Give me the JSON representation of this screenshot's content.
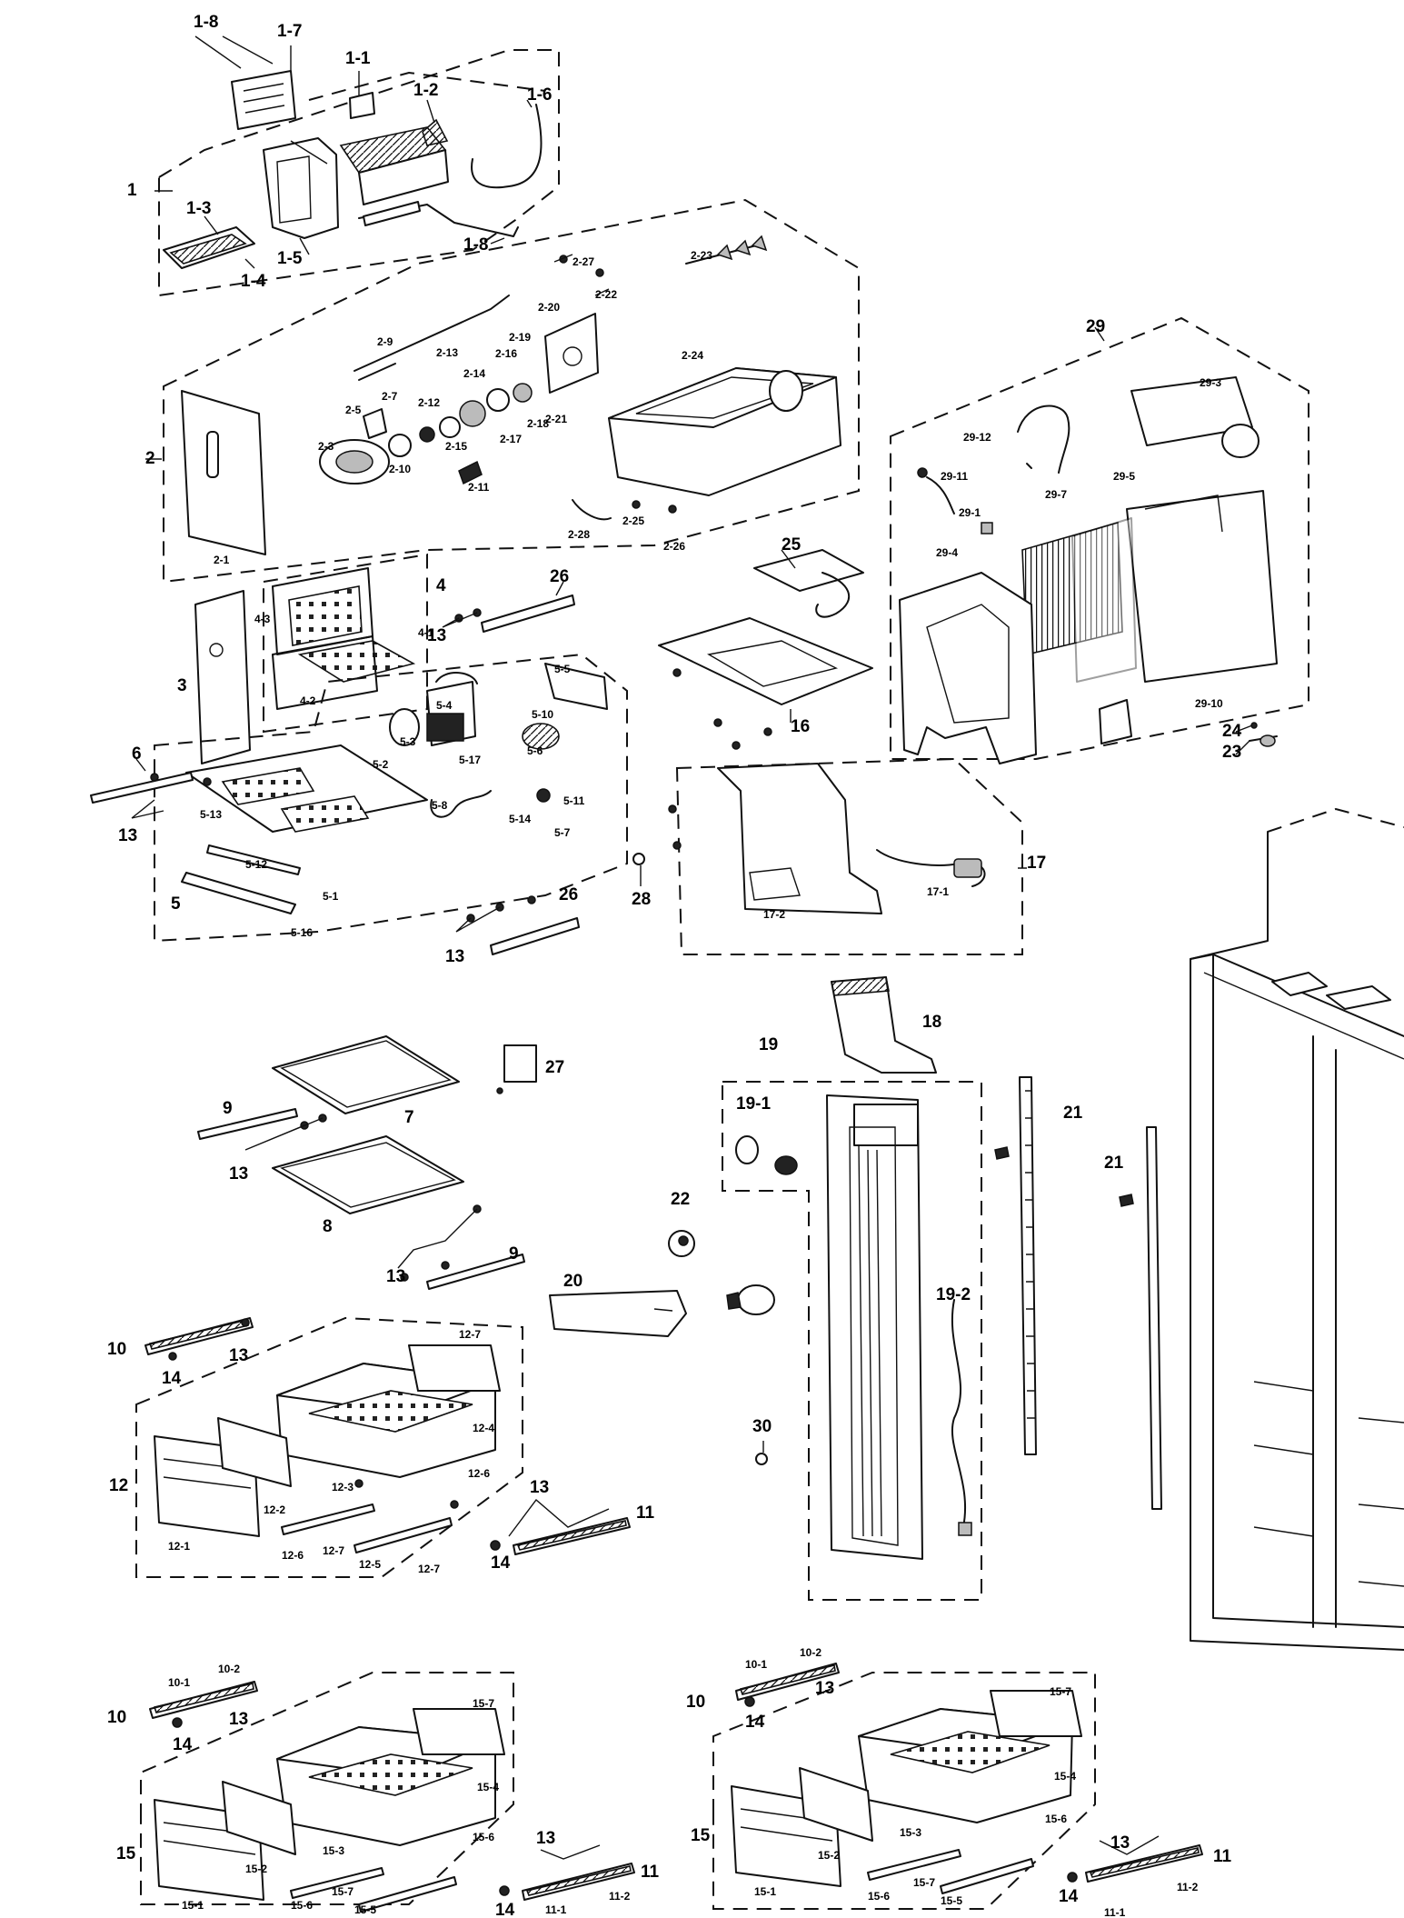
{
  "labels": {
    "l1_8": "1-8",
    "l1_7": "1-7",
    "l1_1": "1-1",
    "l1_2": "1-2",
    "l1_6": "1-6",
    "l1": "1",
    "l1_3": "1-3",
    "l1_5": "1-5",
    "l1_4": "1-4",
    "l1_8b": "1-8",
    "l2": "2",
    "l2_27": "2-27",
    "l2_22": "2-22",
    "l2_23": "2-23",
    "l2_24": "2-24",
    "l2_13": "2-13",
    "l2_16": "2-16",
    "l2_19": "2-19",
    "l2_9": "2-9",
    "l2_20": "2-20",
    "l2_12": "2-12",
    "l2_14": "2-14",
    "l2_15": "2-15",
    "l2_17": "2-17",
    "l2_18": "2-18",
    "l2_21": "2-21",
    "l2_10": "2-10",
    "l2_11": "2-11",
    "l2_25": "2-25",
    "l2_26": "2-26",
    "l2_28": "2-28",
    "l2_5": "2-5",
    "l2_7": "2-7",
    "l2_3": "2-3",
    "l2_1": "2-1",
    "l3": "3",
    "l4": "4",
    "l4_1": "4-1",
    "l4_2": "4-2",
    "l4_3": "4-3",
    "l5": "5",
    "l5_1": "5-1",
    "l5_2": "5-2",
    "l5_3": "5-3",
    "l5_4": "5-4",
    "l5_5": "5-5",
    "l5_6": "5-6",
    "l5_7": "5-7",
    "l5_8": "5-8",
    "l5_10": "5-10",
    "l5_11": "5-11",
    "l5_12": "5-12",
    "l5_13": "5-13",
    "l5_14": "5-14",
    "l5_16": "5-16",
    "l5_17": "5-17",
    "l6": "6",
    "l13a": "13",
    "l13b": "13",
    "l13c": "13",
    "l13d": "13",
    "l13e": "13",
    "l13f": "13",
    "l13g": "13",
    "l13h": "13",
    "l13i": "13",
    "l13j": "13",
    "l13k": "13",
    "l26a": "26",
    "l26b": "26",
    "l25": "25",
    "l16": "16",
    "l29": "29",
    "l29_1": "29-1",
    "l29_3": "29-3",
    "l29_4": "29-4",
    "l29_5": "29-5",
    "l29_7": "29-7",
    "l29_10": "29-10",
    "l29_11": "29-11",
    "l29_12": "29-12",
    "l24": "24",
    "l23": "23",
    "l17": "17",
    "l17_1": "17-1",
    "l17_2": "17-2",
    "l28": "28",
    "l18": "18",
    "l19": "19",
    "l19_1": "19-1",
    "l19_2": "19-2",
    "l27": "27",
    "l7": "7",
    "l8": "8",
    "l9a": "9",
    "l9b": "9",
    "l21a": "21",
    "l21b": "21",
    "l22": "22",
    "l20": "20",
    "l30": "30",
    "l10a": "10",
    "l10b": "10",
    "l10c": "10",
    "l14a": "14",
    "l14b": "14",
    "l14c": "14",
    "l14d": "14",
    "l14e": "14",
    "l14f": "14",
    "l12": "12",
    "l12_1": "12-1",
    "l12_2": "12-2",
    "l12_3": "12-3",
    "l12_4": "12-4",
    "l12_5": "12-5",
    "l12_6": "12-6",
    "l12_7a": "12-7",
    "l12_7b": "12-7",
    "l12_7c": "12-7",
    "l12_6b": "12-6",
    "l11a": "11",
    "l11b": "11",
    "l11c": "11",
    "l11_1": "11-1",
    "l11_2": "11-2",
    "l11_1b": "11-1",
    "l11_2b": "11-2",
    "l10_1": "10-1",
    "l10_2": "10-2",
    "l10_1b": "10-1",
    "l10_2b": "10-2",
    "l15a": "15",
    "l15b": "15",
    "l15_1": "15-1",
    "l15_2": "15-2",
    "l15_3": "15-3",
    "l15_4": "15-4",
    "l15_5": "15-5",
    "l15_6": "15-6",
    "l15_7": "15-7",
    "l15_7b": "15-7",
    "l15_6b": "15-6",
    "l15_1b": "15-1",
    "l15_2b": "15-2",
    "l15_3b": "15-3",
    "l15_4b": "15-4",
    "l15_5b": "15-5",
    "l15_6c": "15-6",
    "l15_7c": "15-7",
    "l15_7d": "15-7",
    "l15_6d": "15-6"
  }
}
